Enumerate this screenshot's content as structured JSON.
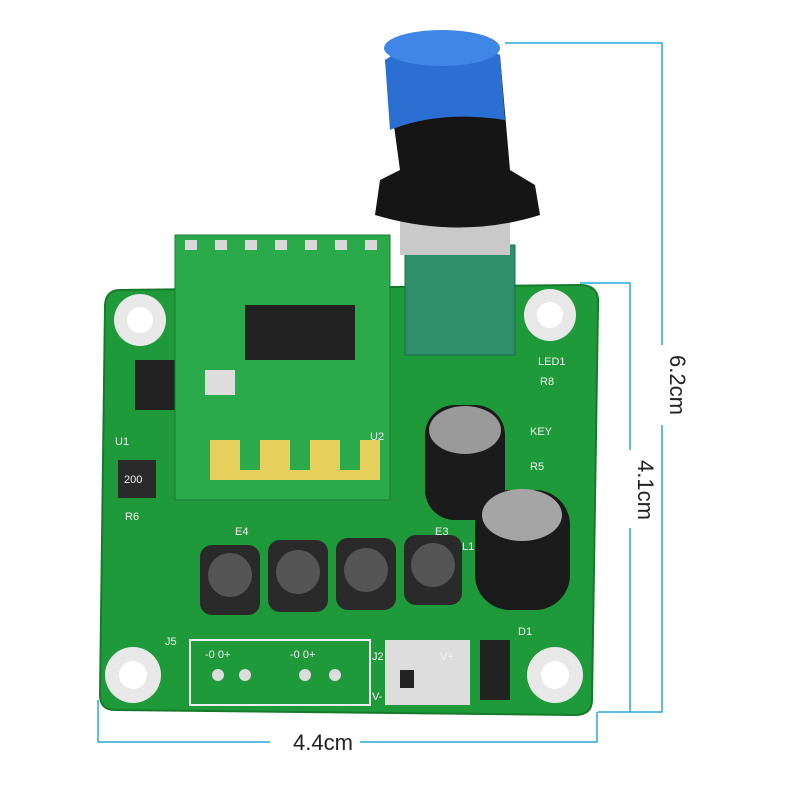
{
  "dimensions": {
    "total_height": "6.2cm",
    "board_height": "4.1cm",
    "board_width": "4.4cm"
  },
  "silkscreen": {
    "u1": "U1",
    "u2": "U2",
    "r6": "R6",
    "key": "KEY",
    "led1": "LED1",
    "r8": "R8",
    "r5": "R5",
    "j5": "J5",
    "j2": "J2",
    "e4": "E4",
    "e3": "E3",
    "l1": "L1",
    "d1": "D1",
    "vplus": "V+",
    "vminus": "V-",
    "out_left": "-0  0+",
    "out_right": "-0  0+",
    "resistor": "200"
  },
  "colors": {
    "pcb": "#1f9a3a",
    "knob_blue": "#2a6fd1",
    "knob_black": "#151515",
    "pot": "#2f8f6a",
    "dimension_line": "#2aa7d8"
  }
}
